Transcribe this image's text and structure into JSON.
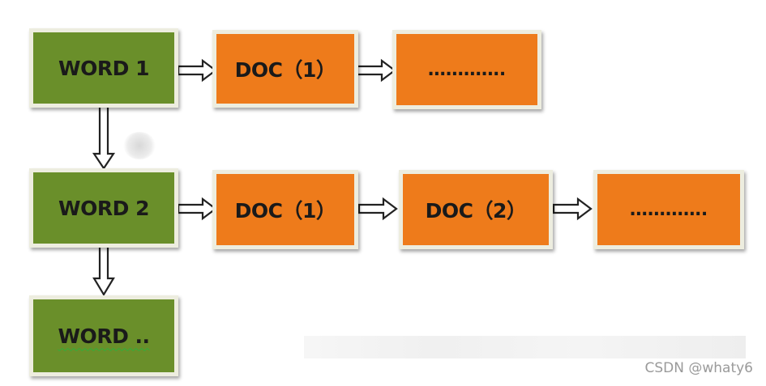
{
  "diagram": {
    "row1": {
      "word": "WORD 1",
      "doc1": "DOC（1）",
      "more": "…………."
    },
    "row2": {
      "word": "WORD 2",
      "doc1": "DOC（1）",
      "doc2": "DOC（2）",
      "more": "…………."
    },
    "row3": {
      "word": "WORD .."
    },
    "colors": {
      "word_box": "#6a8f2a",
      "doc_box": "#ee7b1b",
      "border": "#ededdf"
    }
  },
  "watermark": "CSDN @whaty6"
}
